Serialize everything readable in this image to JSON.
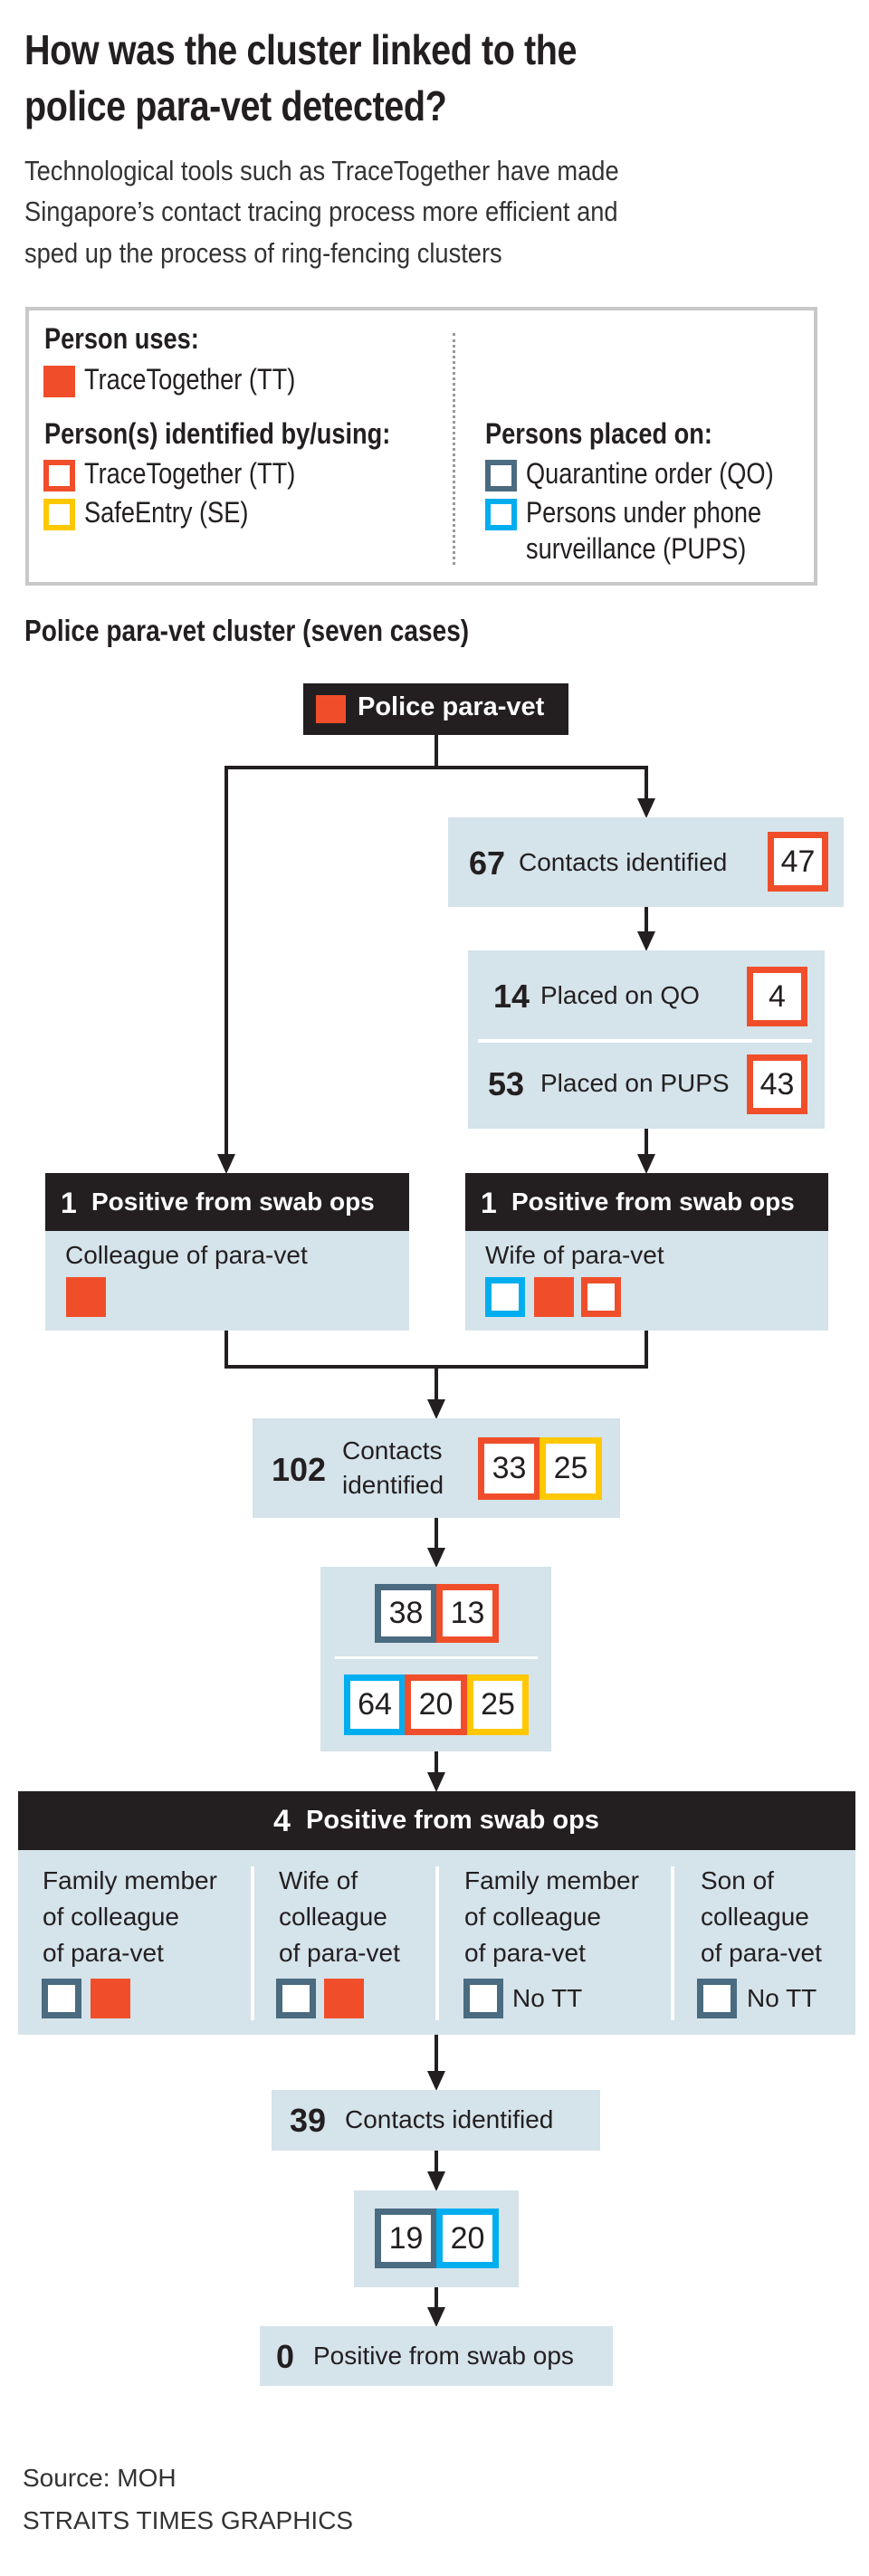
{
  "title": [
    "How was the cluster linked to the",
    "police para-vet detected?"
  ],
  "subtitle": [
    "Technological tools such as TraceTogether have made",
    "Singapore’s contact tracing process more efficient and",
    "sped up the process of ring-fencing clusters"
  ],
  "colors": {
    "tracetogether": "#f04e2a",
    "safeentry": "#ffc800",
    "quarantine_order": "#4a6b80",
    "pups": "#00aeef",
    "box": "#d5e3ea",
    "dark": "#231f20"
  },
  "legend": {
    "person_uses": "Person uses:",
    "uses_tt": "TraceTogether (TT)",
    "identified": "Person(s) identified by/using:",
    "id_tt": "TraceTogether (TT)",
    "id_se": "SafeEntry (SE)",
    "placed": "Persons placed on:",
    "qo": "Quarantine order (QO)",
    "pups_1": "Persons under phone",
    "pups_2": "surveillance (PUPS)"
  },
  "cluster_title": "Police para-vet cluster (seven cases)",
  "flow": {
    "origin": "Police para-vet",
    "contacts1": {
      "num": "67",
      "label": "Contacts identified",
      "tt": "47"
    },
    "qo": {
      "num": "14",
      "label": "Placed on QO",
      "tt": "4"
    },
    "pups": {
      "num": "53",
      "label": "Placed on PUPS",
      "tt": "43"
    },
    "pos_left": {
      "num": "1",
      "label": "Positive from swab ops",
      "desc": "Colleague of para-vet"
    },
    "pos_right": {
      "num": "1",
      "label": "Positive from swab ops",
      "desc": "Wife of para-vet"
    },
    "contacts2": {
      "num": "102",
      "label1": "Contacts",
      "label2": "identified",
      "tt": "33",
      "se": "25"
    },
    "placed2": {
      "qo": "38",
      "qo_tt": "13",
      "pups": "64",
      "pups_tt": "20",
      "pups_se": "25"
    },
    "pos4": {
      "num": "4",
      "label": "Positive from swab ops",
      "cases": [
        {
          "lines": [
            "Family member",
            "of colleague",
            "of para-vet"
          ],
          "note": ""
        },
        {
          "lines": [
            "Wife of",
            "colleague",
            "of para-vet"
          ],
          "note": ""
        },
        {
          "lines": [
            "Family member",
            "of colleague",
            "of para-vet"
          ],
          "note": "No TT"
        },
        {
          "lines": [
            "Son of",
            "colleague",
            "of para-vet"
          ],
          "note": "No TT"
        }
      ]
    },
    "contacts3": {
      "num": "39",
      "label": "Contacts identified"
    },
    "placed3": {
      "qo": "19",
      "pups": "20"
    },
    "pos0": {
      "num": "0",
      "label": "Positive from swab ops"
    }
  },
  "footer": {
    "source": "Source: MOH",
    "credit": "STRAITS TIMES GRAPHICS"
  }
}
